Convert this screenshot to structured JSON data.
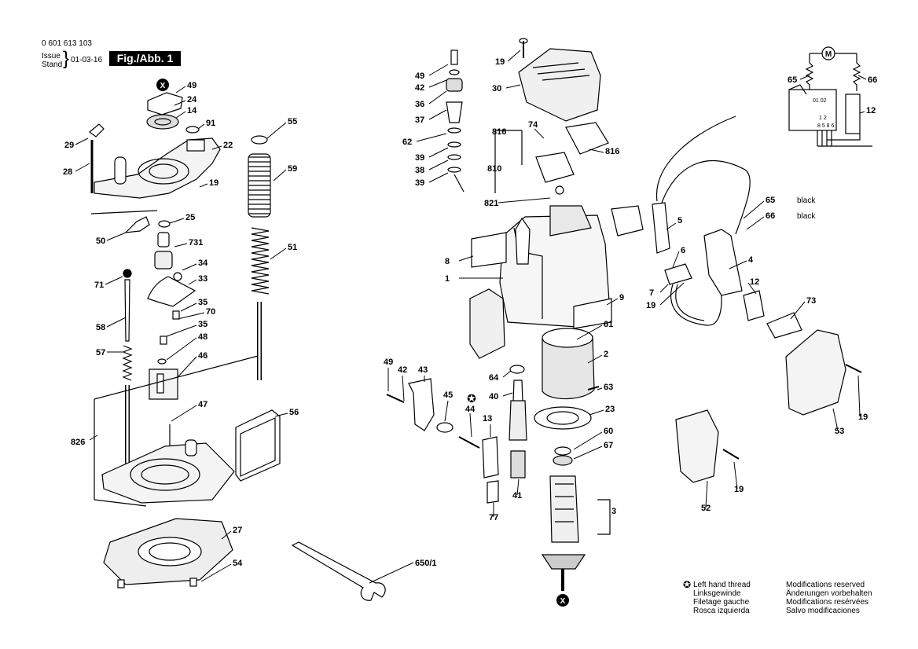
{
  "header": {
    "doc_number": "0 601 613 103",
    "issue_label": "Issue",
    "stand_label": "Stand",
    "issue_date": "01-03-16",
    "figure_label": "Fig./Abb. 1"
  },
  "callouts": [
    "49",
    "24",
    "14",
    "91",
    "29",
    "22",
    "28",
    "19",
    "25",
    "50",
    "731",
    "34",
    "33",
    "71",
    "35",
    "58",
    "70",
    "35",
    "48",
    "57",
    "46",
    "826",
    "47",
    "56",
    "27",
    "54",
    "55",
    "59",
    "51",
    "650/1",
    "19",
    "30",
    "49",
    "42",
    "36",
    "37",
    "62",
    "39",
    "38",
    "39",
    "816",
    "74",
    "816",
    "810",
    "821",
    "8",
    "1",
    "65",
    "66",
    "5",
    "6",
    "4",
    "7",
    "19",
    "12",
    "9",
    "73",
    "61",
    "2",
    "64",
    "40",
    "49",
    "42",
    "43",
    "45",
    "44",
    "63",
    "23",
    "60",
    "67",
    "13",
    "41",
    "77",
    "3",
    "19",
    "53",
    "19",
    "52",
    "65",
    "66",
    "12"
  ],
  "wire_labels": {
    "c65": "65",
    "c66": "66",
    "black": "black"
  },
  "schematic": {
    "motor_label": "M",
    "switch_terms_top": "01  02",
    "switch_terms_mid": "1    2",
    "switch_terms_bot": "8 5 8 6"
  },
  "special_markers": {
    "x_symbol": "X",
    "star_symbol": "✪"
  },
  "legend": {
    "left_hand_thread": [
      "Left hand thread",
      "Linksgewinde",
      "Filetage gauche",
      "Rosca izquierda"
    ],
    "modifications": [
      "Modifications reserved",
      "Änderungen vorbehalten",
      "Modifications resérvées",
      "Salvo modificaciones"
    ]
  }
}
